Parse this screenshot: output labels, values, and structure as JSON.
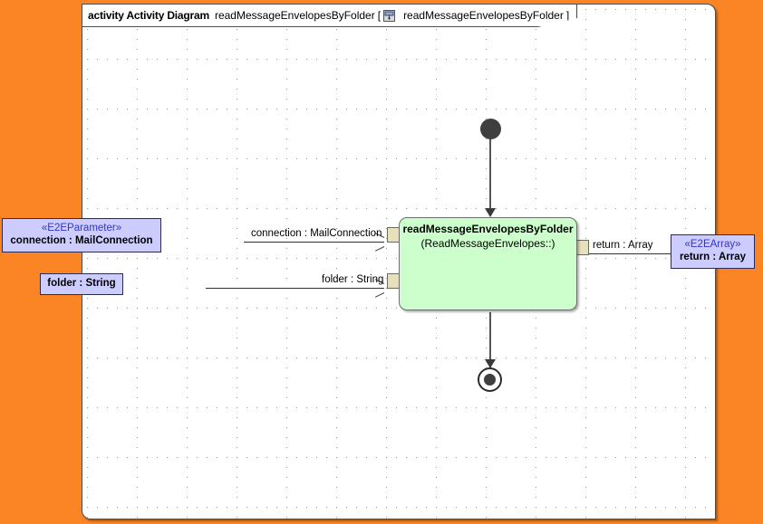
{
  "canvas": {
    "background_color": "#fb8524"
  },
  "frame": {
    "keyword": "activity Activity Diagram",
    "name": "readMessageEnvelopesByFolder",
    "bracket_open": "[",
    "bracket_close": "]",
    "qualified_name": "readMessageEnvelopesByFolder",
    "icon": "activity-diagram-icon"
  },
  "activity_node": {
    "name": "readMessageEnvelopesByFolder",
    "behavior": "(ReadMessageEnvelopes::)",
    "fill_color": "#ccffcc",
    "border_color": "#6e6e6e"
  },
  "pins": [
    {
      "name": "connection-input-pin",
      "fill_color": "#e6e0bd"
    },
    {
      "name": "folder-input-pin",
      "fill_color": "#e6e0bd"
    },
    {
      "name": "return-output-pin",
      "fill_color": "#e6e0bd"
    }
  ],
  "object_nodes": [
    {
      "id": "connection",
      "stereotype": "«E2EParameter»",
      "label": "connection : MailConnection",
      "fill_color": "#ccccff",
      "stereotype_color": "#3333cc"
    },
    {
      "id": "folder",
      "stereotype": "",
      "label": "folder : String",
      "fill_color": "#ccccff",
      "stereotype_color": "#3333cc"
    },
    {
      "id": "return",
      "stereotype": "«E2EArray»",
      "label": "return : Array",
      "fill_color": "#ccccff",
      "stereotype_color": "#3333cc"
    }
  ],
  "edges": [
    {
      "id": "connection-flow",
      "label": "connection : MailConnection"
    },
    {
      "id": "folder-flow",
      "label": "folder : String"
    },
    {
      "id": "return-flow",
      "label": "return : Array"
    }
  ],
  "control_nodes": {
    "initial": "initial-node",
    "final": "activity-final-node"
  }
}
